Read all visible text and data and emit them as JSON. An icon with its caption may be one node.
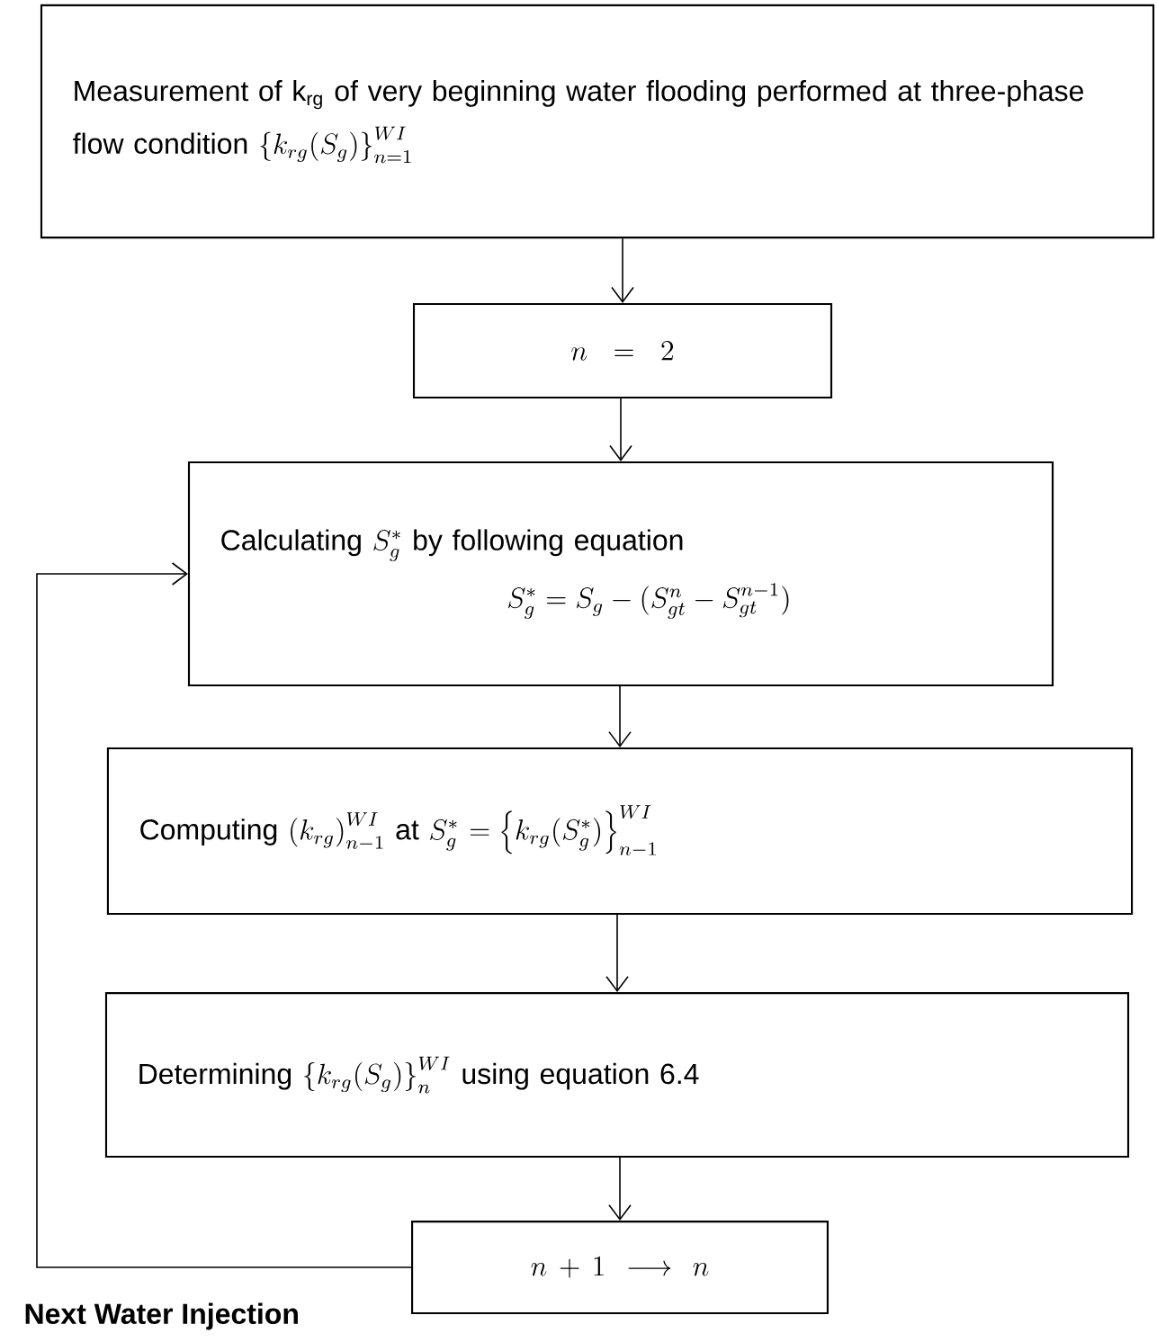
{
  "diagram": {
    "nodes": [
      {
        "text": [
          "Measurement of k$_{rg}$ of very beginning water flooding performed at three-phase flow condition",
          "\\left\\{k_{rg}(S_g)\\right\\}_{n=1}^{WI}"
        ]
      },
      {
        "text": [
          "n = 2"
        ]
      },
      {
        "text": [
          "Calculating",
          "S_g^*",
          "by following equation",
          "S_g^* = S_g - (S_{gt}^n - S_{gt}^{n-1})"
        ]
      },
      {
        "text": [
          "Computing",
          "\\left(k_{rg}\\right)_{n-1}^{WI}",
          "at",
          "S_g^*",
          "= \\left\\{k_{rg}(S_g^*)\\right\\}_{n-1}^{WI}"
        ]
      },
      {
        "text": [
          "Determining",
          "\\left\\{k_{rg}(S_g)\\right\\}_n^{WI}",
          "using equation 6.4"
        ]
      },
      {
        "text": [
          "n + 1 \\longrightarrow n"
        ]
      }
    ],
    "edges": [
      {
        "from": 0,
        "to": 1,
        "arrow": "to"
      },
      {
        "from": 1,
        "to": 2,
        "arrow": "to"
      },
      {
        "from": 2,
        "to": 3,
        "arrow": "to"
      },
      {
        "from": 3,
        "to": 4,
        "arrow": "to"
      },
      {
        "from": 4,
        "to": 5,
        "arrow": "to"
      },
      {
        "from": 5,
        "to": 2,
        "arrow": "to"
      }
    ],
    "labels": [
      "**Next Water Injection**"
    ]
  }
}
